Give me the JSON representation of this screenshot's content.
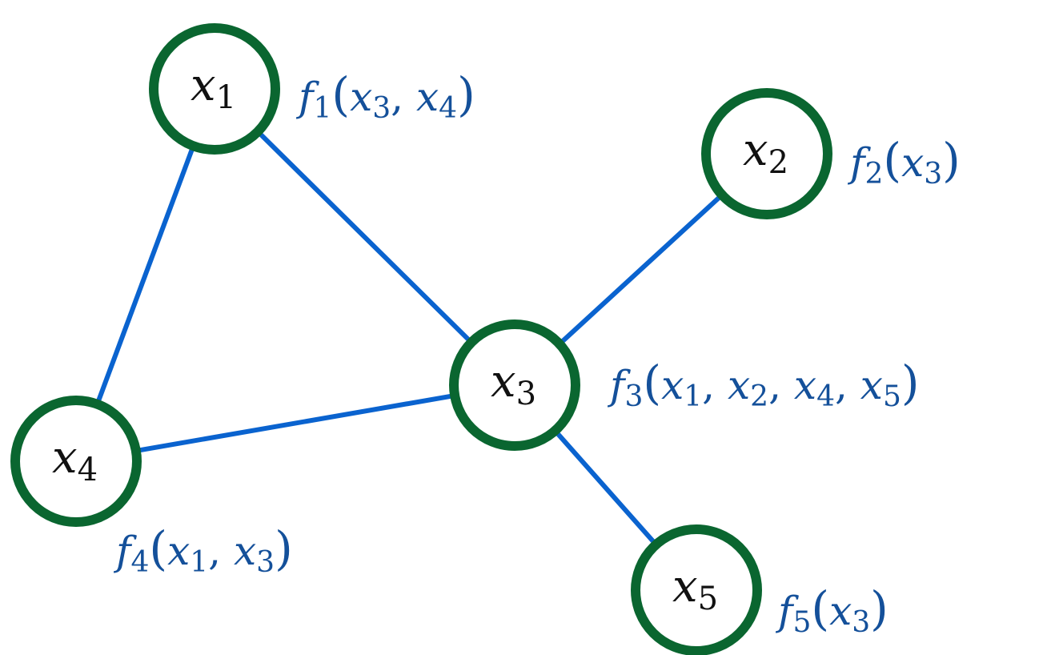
{
  "colors": {
    "node_stroke": "#0a6630",
    "edge": "#0a63cf",
    "function_text": "#14509a",
    "node_text": "#111111"
  },
  "nodes": [
    {
      "id": "x1",
      "var": "x",
      "sub": "1",
      "label": "x1"
    },
    {
      "id": "x2",
      "var": "x",
      "sub": "2",
      "label": "x2"
    },
    {
      "id": "x3",
      "var": "x",
      "sub": "3",
      "label": "x3"
    },
    {
      "id": "x4",
      "var": "x",
      "sub": "4",
      "label": "x4"
    },
    {
      "id": "x5",
      "var": "x",
      "sub": "5",
      "label": "x5"
    }
  ],
  "edges": [
    {
      "from": "x1",
      "to": "x4"
    },
    {
      "from": "x1",
      "to": "x3"
    },
    {
      "from": "x2",
      "to": "x3"
    },
    {
      "from": "x3",
      "to": "x4"
    },
    {
      "from": "x3",
      "to": "x5"
    }
  ],
  "functions": [
    {
      "node": "x1",
      "name": "f",
      "sub": "1",
      "args": [
        "3",
        "4"
      ],
      "text": "f1(x3, x4)"
    },
    {
      "node": "x2",
      "name": "f",
      "sub": "2",
      "args": [
        "3"
      ],
      "text": "f2(x3)"
    },
    {
      "node": "x3",
      "name": "f",
      "sub": "3",
      "args": [
        "1",
        "2",
        "4",
        "5"
      ],
      "text": "f3(x1, x2, x4, x5)"
    },
    {
      "node": "x4",
      "name": "f",
      "sub": "4",
      "args": [
        "1",
        "3"
      ],
      "text": "f4(x1, x3)"
    },
    {
      "node": "x5",
      "name": "f",
      "sub": "5",
      "args": [
        "3"
      ],
      "text": "f5(x3)"
    }
  ]
}
